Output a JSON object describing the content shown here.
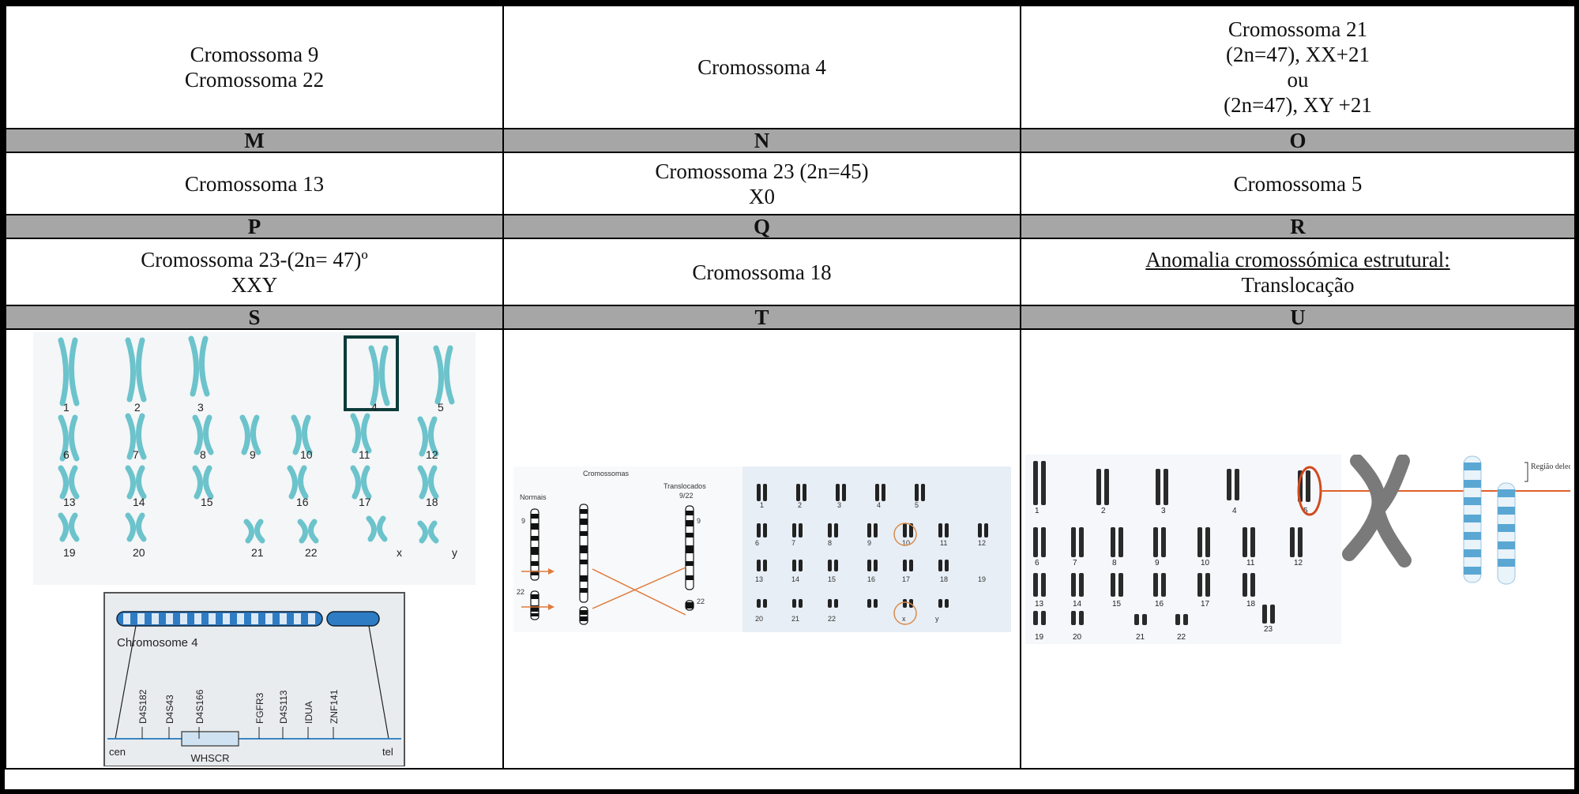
{
  "rows": [
    {
      "cells": [
        {
          "lines": [
            "Cromossoma 9",
            "Cromossoma 22"
          ]
        },
        {
          "lines": [
            "Cromossoma 4"
          ]
        },
        {
          "lines": [
            "Cromossoma 21",
            "(2n=47), XX+21",
            "ou",
            "(2n=47), XY +21"
          ]
        }
      ]
    },
    {
      "headers": [
        "M",
        "N",
        "O"
      ]
    },
    {
      "cells": [
        {
          "lines": [
            "Cromossoma 13"
          ]
        },
        {
          "lines": [
            "Cromossoma 23 (2n=45)",
            "X0"
          ]
        },
        {
          "lines": [
            "Cromossoma 5"
          ]
        }
      ]
    },
    {
      "headers": [
        "P",
        "Q",
        "R"
      ]
    },
    {
      "cells": [
        {
          "lines": [
            "Cromossoma 23-(2n= 47)º",
            "XXY"
          ]
        },
        {
          "lines": [
            "Cromossoma 18"
          ]
        },
        {
          "lines": [
            "Anomalia cromossómica estrutural:",
            "Translocação"
          ]
        }
      ]
    },
    {
      "headers": [
        "S",
        "T",
        "U"
      ]
    }
  ],
  "figures": {
    "karyotype_s": {
      "labels": [
        "1",
        "2",
        "3",
        "4",
        "5",
        "6",
        "7",
        "8",
        "9",
        "10",
        "11",
        "12",
        "13",
        "14",
        "15",
        "16",
        "17",
        "18",
        "19",
        "20",
        "21",
        "22",
        "x",
        "y"
      ],
      "color": "#6cc3cc",
      "highlight_color": "#0d3b3a"
    },
    "chromosome4_map": {
      "title": "Chromosome 4",
      "markers": [
        "D4S182",
        "D4S43",
        "D4S166",
        "FGFR3",
        "D4S113",
        "IDUA",
        "ZNF141"
      ],
      "region": "WHSCR",
      "left_end": "cen",
      "right_end": "tel"
    },
    "translocation_t": {
      "heading": "Cromossomas",
      "normal_label": "Normais",
      "translocated_label": "Translocados",
      "translocated_sub": "9/22",
      "chr_a": "9",
      "chr_b": "22",
      "karyotype_labels": [
        "1",
        "2",
        "3",
        "4",
        "5",
        "6",
        "7",
        "8",
        "9",
        "10",
        "11",
        "12",
        "13",
        "14",
        "15",
        "16",
        "17",
        "18",
        "19",
        "20",
        "21",
        "22",
        "x",
        "y"
      ],
      "arrow_color": "#e07a3a"
    },
    "karyotype_u": {
      "labels": [
        "1",
        "2",
        "3",
        "4",
        "5",
        "6",
        "7",
        "8",
        "9",
        "10",
        "11",
        "12",
        "13",
        "14",
        "15",
        "16",
        "17",
        "18",
        "19",
        "20",
        "21",
        "22",
        "23"
      ],
      "deleted_label": "Região delectada",
      "line_color": "#e0602a",
      "band_color": "#5aa7d4"
    }
  }
}
